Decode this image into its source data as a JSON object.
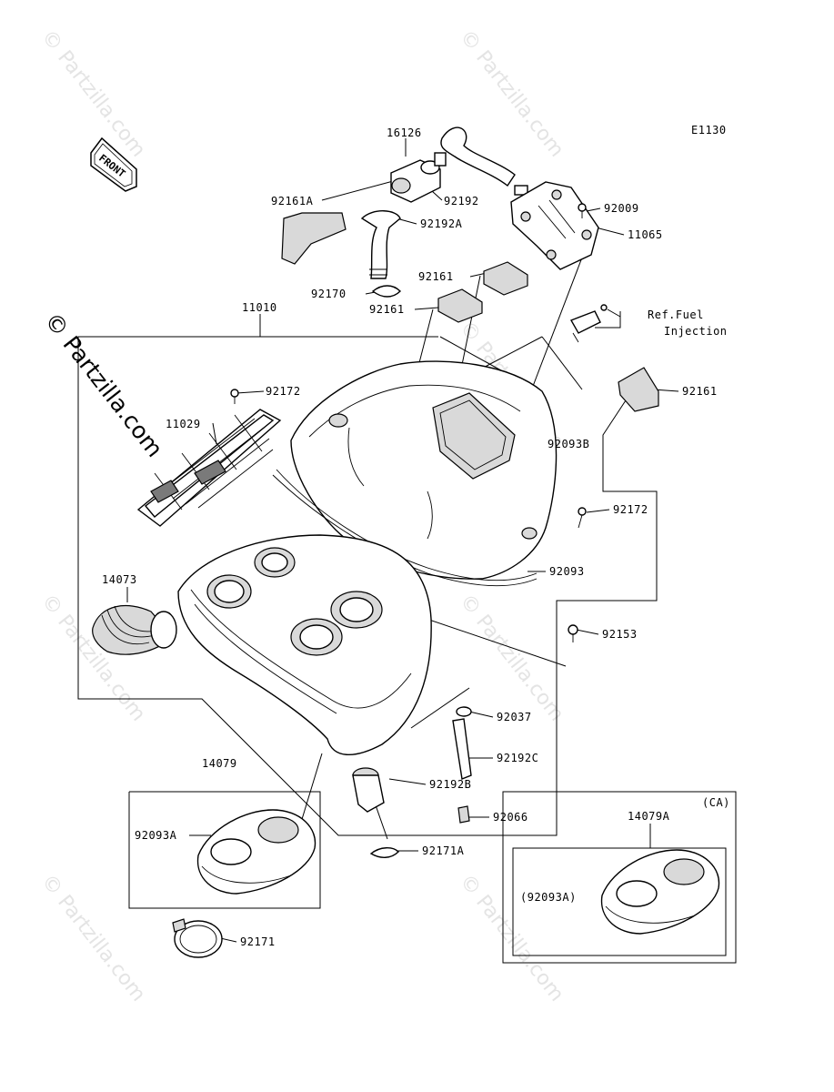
{
  "diagram_code": "E1130",
  "watermark": {
    "main": "© Partzilla.com",
    "tile": "© Partzilla.com"
  },
  "front_arrow": {
    "label": "FRONT"
  },
  "reference_note": {
    "line1": "Ref.Fuel",
    "line2": "Injection"
  },
  "region_label": "(CA)",
  "parts": {
    "p16126": "16126",
    "p92192": "92192",
    "p92161A": "92161A",
    "p92192A": "92192A",
    "p92009": "92009",
    "p11065": "11065",
    "p92161_a": "92161",
    "p92170": "92170",
    "p92161_b": "92161",
    "p11010": "11010",
    "p92172_a": "92172",
    "p92161_c": "92161",
    "p11029": "11029",
    "p92093B": "92093B",
    "p92172_b": "92172",
    "p14073": "14073",
    "p92093": "92093",
    "p92153": "92153",
    "p92037": "92037",
    "p14079": "14079",
    "p92192C": "92192C",
    "p92192B": "92192B",
    "p92093A": "92093A",
    "p92066": "92066",
    "p92171A": "92171A",
    "p14079A": "14079A",
    "p92093A_paren": "(92093A)",
    "p92171": "92171"
  }
}
